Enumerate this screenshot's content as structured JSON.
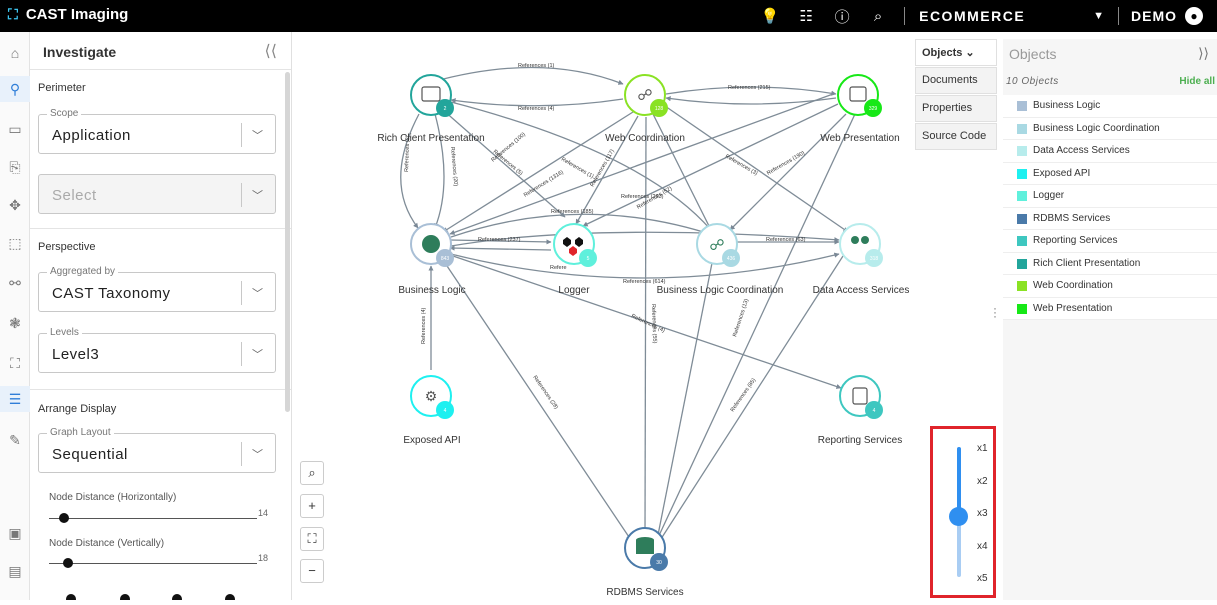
{
  "topbar": {
    "brand": "CAST Imaging",
    "app_name": "ECOMMERCE",
    "user": "DEMO"
  },
  "panel": {
    "title": "Investigate",
    "perimeter": {
      "title": "Perimeter",
      "scope_legend": "Scope",
      "scope_value": "Application",
      "select_placeholder": "Select"
    },
    "perspective": {
      "title": "Perspective",
      "aggregated_legend": "Aggregated by",
      "aggregated_value": "CAST Taxonomy",
      "levels_legend": "Levels",
      "levels_value": "Level3"
    },
    "arrange": {
      "title": "Arrange Display",
      "layout_legend": "Graph Layout",
      "layout_value": "Sequential",
      "node_h_label": "Node Distance (Horizontally)",
      "node_h_value": "14",
      "node_v_label": "Node Distance (Vertically)",
      "node_v_value": "18"
    }
  },
  "graph": {
    "nodes": [
      {
        "label": "Rich Client Presentation",
        "badge": "2"
      },
      {
        "label": "Web Coordination",
        "badge": "128"
      },
      {
        "label": "Web Presentation",
        "badge": "329"
      },
      {
        "label": "Business Logic",
        "badge": "843"
      },
      {
        "label": "Logger",
        "badge": "5"
      },
      {
        "label": "Business Logic Coordination",
        "badge": "436"
      },
      {
        "label": "Data Access Services",
        "badge": "318"
      },
      {
        "label": "Exposed API",
        "badge": "4"
      },
      {
        "label": "Reporting Services",
        "badge": "4"
      },
      {
        "label": "RDBMS Services",
        "badge": "30"
      }
    ],
    "edge_labels": [
      "References (1)",
      "References (4)",
      "References (215)",
      "References (100)",
      "References (2)",
      "References (20)",
      "References (5)",
      "References (1316)",
      "References (117)",
      "References (1)",
      "References (3)",
      "References (190)",
      "References (263)",
      "References (185)",
      "References (52)",
      "References (237)",
      "References (63)",
      "References (614)",
      "References (4)",
      "References (13)",
      "References (55)",
      "References (4)",
      "References (28)",
      "References (85)"
    ],
    "logger_ref": "Refere"
  },
  "tabs": {
    "objects": "Objects",
    "documents": "Documents",
    "properties": "Properties",
    "source_code": "Source Code"
  },
  "objects_panel": {
    "title": "Objects",
    "count": "10 Objects",
    "hide_all": "Hide all",
    "items": [
      {
        "name": "Business Logic",
        "color": "#a9bfd6"
      },
      {
        "name": "Business Logic Coordination",
        "color": "#a9d9e3"
      },
      {
        "name": "Data Access Services",
        "color": "#b7ecec"
      },
      {
        "name": "Exposed API",
        "color": "#1ef0f0"
      },
      {
        "name": "Logger",
        "color": "#5ff0dc"
      },
      {
        "name": "RDBMS Services",
        "color": "#4a7aa9"
      },
      {
        "name": "Reporting Services",
        "color": "#3ec7c0"
      },
      {
        "name": "Rich Client Presentation",
        "color": "#22a59b"
      },
      {
        "name": "Web Coordination",
        "color": "#8ae224"
      },
      {
        "name": "Web Presentation",
        "color": "#17e817"
      }
    ]
  },
  "zoom_levels": {
    "levels": [
      "x1",
      "x2",
      "x3",
      "x4",
      "x5"
    ],
    "selected": "x3"
  }
}
